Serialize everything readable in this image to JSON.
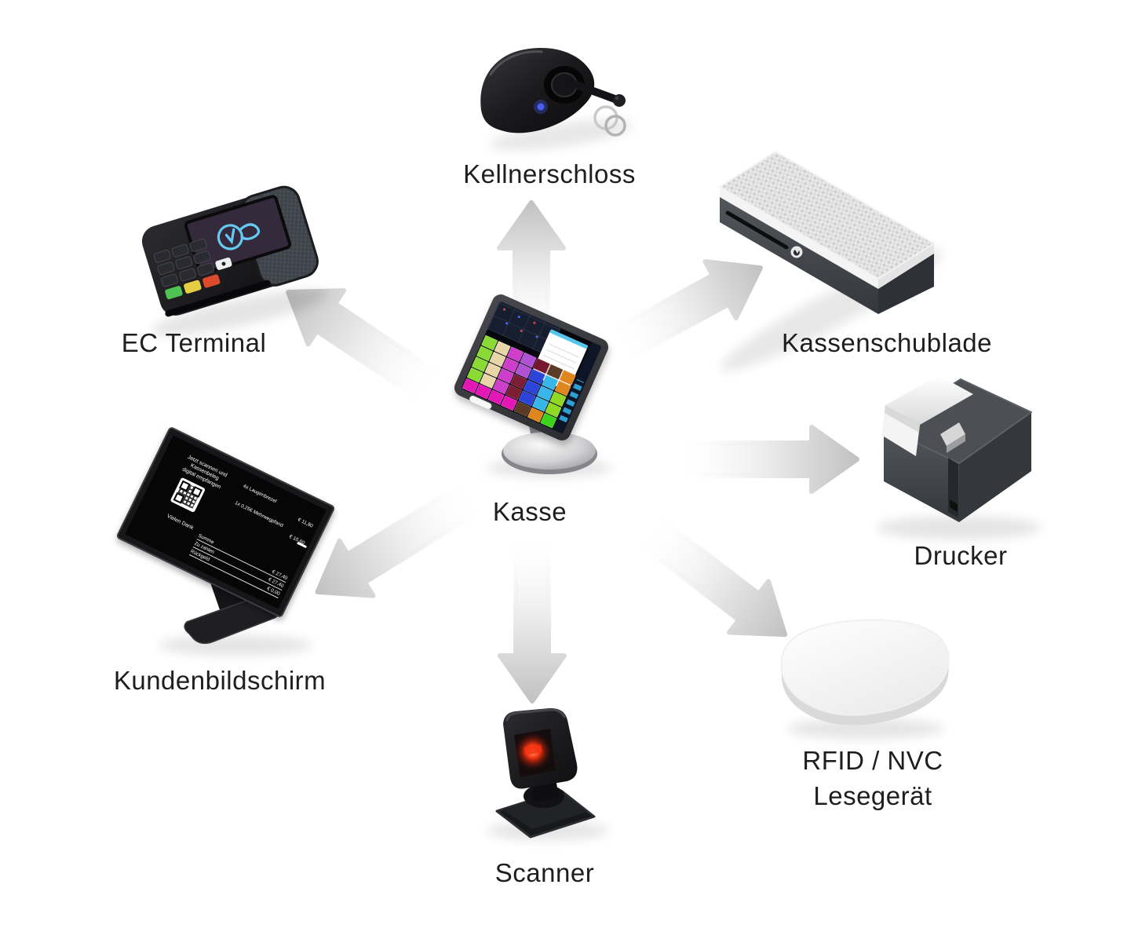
{
  "colors": {
    "background": "#ffffff",
    "label_text": "#1e1e20",
    "arrow": "#c2c2c2",
    "accent_cyan": "#63c8f5",
    "led_blue": "#4a5ef5",
    "laser_red": "#f2320f",
    "key_green": "#4fc455",
    "key_yellow": "#e5ce42",
    "key_red": "#de4a2e"
  },
  "nodes": {
    "kasse": {
      "label": "Kasse"
    },
    "kellnerschloss": {
      "label": "Kellnerschloss"
    },
    "kassenschublade": {
      "label": "Kassenschublade"
    },
    "ec_terminal": {
      "label": "EC Terminal"
    },
    "drucker": {
      "label": "Drucker"
    },
    "rfid": {
      "label_line1": "RFID / NVC",
      "label_line2": "Lesegerät"
    },
    "kundenbildschirm": {
      "label": "Kundenbildschirm"
    },
    "scanner": {
      "label": "Scanner"
    }
  },
  "customer_display": {
    "headline_line1": "Jetzt scannen und Kassenbeleg",
    "headline_line2": "digital empfangen",
    "thanks": "Vielen Dank",
    "items": [
      {
        "name": "4x Laugenbrezel",
        "price": "€ 11,80"
      },
      {
        "name": "1x 0,25€ Mehrwegpfand",
        "price": "€ 15,60"
      }
    ],
    "totals": [
      {
        "label": "Summe",
        "value": "€ 27,40"
      },
      {
        "label": "Zu zahlen",
        "value": "€ 27,40"
      },
      {
        "label": "Rückgeld",
        "value": "€ 0,00"
      }
    ]
  },
  "kasse_screen": {
    "tile_colors": [
      "#8ada35",
      "#e9d6a8",
      "#cd3ecb",
      "#b052d6",
      "#77172f",
      "#5c3a28",
      "#e0861e",
      "#8ada35",
      "#e9d6a8",
      "#cd3ecb",
      "#b052d6",
      "#2c44d8",
      "#38b6e8",
      "#e0861e",
      "#8ada35",
      "#e9d6a8",
      "#cd3ecb",
      "#7c1d34",
      "#2c44d8",
      "#38b6e8",
      "#8fd824",
      "#8ada35",
      "#e9d6a8",
      "#cd3ecb",
      "#7c1d34",
      "#2c44d8",
      "#38b6e8",
      "#8fd824",
      "#e316b6",
      "#e316b6",
      "#e316b6",
      "#e316b6",
      "#5c3a28",
      "#e0861e",
      "#3ed31b"
    ]
  }
}
